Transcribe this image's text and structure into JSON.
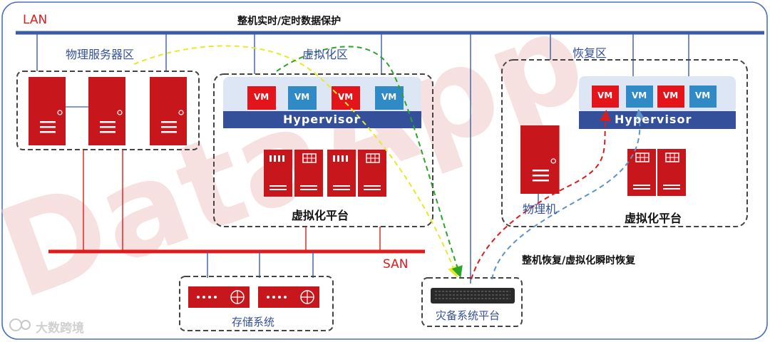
{
  "labels": {
    "lan": "LAN",
    "san": "SAN",
    "title": "整机实时/定时数据保护",
    "zone_physical": "物理服务器区",
    "zone_virtual": "虚拟化区",
    "zone_recovery": "恢复区",
    "platform_left": "虚拟化平台",
    "platform_right": "虚拟化平台",
    "physical_machine": "物理机",
    "recovery_caption": "整机恢复/虚拟化瞬时恢复",
    "storage_system": "存储系统",
    "backup_platform": "灾备系统平台",
    "hypervisor": "Hypervisor",
    "vm": "VM",
    "watermark": "DataApp",
    "brand": "大数跨境"
  },
  "colors": {
    "lan": "#3a5ca8",
    "san": "#e01b1b",
    "server_red": "#c8161d",
    "vm_red": "#e3151b",
    "vm_blue": "#2f8ac6",
    "hypervisor_band": "#34509a",
    "arrow_yellow": "#e8e82a",
    "arrow_green": "#2aa52a",
    "arrow_red": "#d91d1d",
    "arrow_blue": "#5b93c9"
  }
}
